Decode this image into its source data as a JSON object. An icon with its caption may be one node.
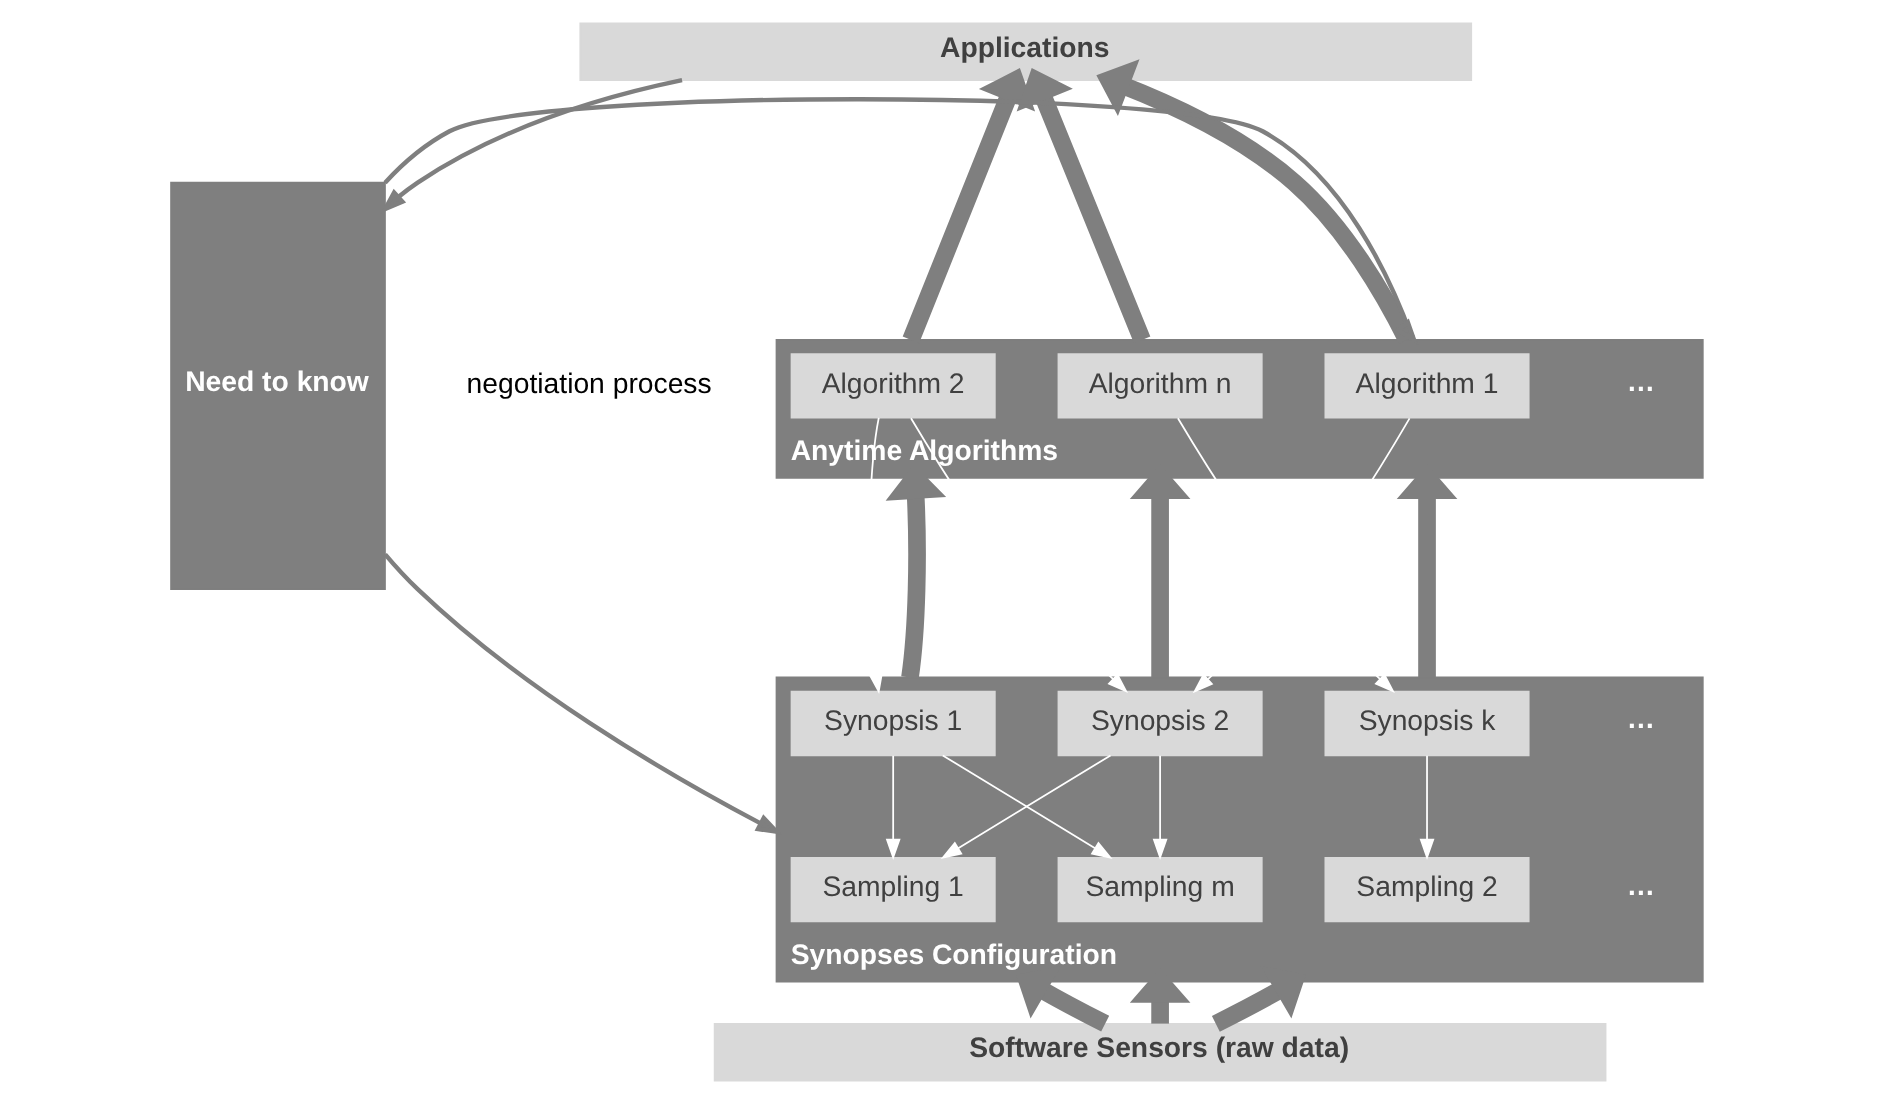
{
  "diagram": {
    "nodes": [
      {
        "text": [
          "Applications"
        ]
      },
      {
        "text": [
          "Need to know"
        ]
      },
      {
        "text": [
          "Anytime Algorithms"
        ]
      },
      {
        "text": [
          "Algorithm 1"
        ],
        "in": 2
      },
      {
        "text": [
          "Algorithm 2"
        ],
        "in": 2
      },
      {
        "text": [
          "Algorithm n"
        ],
        "in": 2
      },
      {
        "text": [
          "Synopses Configuration"
        ]
      },
      {
        "text": [
          "Synopsis 1"
        ],
        "in": 6
      },
      {
        "text": [
          "Synopsis 2"
        ],
        "in": 6
      },
      {
        "text": [
          "Synopsis k"
        ],
        "in": 6
      },
      {
        "text": [
          "Sampling 1"
        ],
        "in": 6
      },
      {
        "text": [
          "Sampling 2"
        ],
        "in": 6
      },
      {
        "text": [
          "Sampling m"
        ],
        "in": 6
      },
      {
        "text": [
          "Software Sensors (raw data)"
        ]
      }
    ],
    "edges": [
      {
        "from": 0,
        "to": 1,
        "arrow": "to"
      },
      {
        "from": 1,
        "to": 2,
        "arrow": "to"
      },
      {
        "from": 1,
        "to": 6,
        "arrow": "to"
      },
      {
        "from": 2,
        "to": 0,
        "arrow": "to",
        "style": "thick"
      },
      {
        "from": 2,
        "to": 0,
        "arrow": "to",
        "style": "thick"
      },
      {
        "from": 2,
        "to": 0,
        "arrow": "to",
        "style": "thick"
      },
      {
        "from": 3,
        "to": 8,
        "arrow": "to",
        "color": "#ffffff"
      },
      {
        "from": 4,
        "to": 7,
        "arrow": "to",
        "color": "#ffffff"
      },
      {
        "from": 4,
        "to": 8,
        "arrow": "to",
        "color": "#ffffff"
      },
      {
        "from": 5,
        "to": 9,
        "arrow": "to",
        "color": "#ffffff"
      },
      {
        "from": 6,
        "to": 2,
        "arrow": "to",
        "style": "thick"
      },
      {
        "from": 6,
        "to": 2,
        "arrow": "to",
        "style": "thick"
      },
      {
        "from": 6,
        "to": 2,
        "arrow": "to",
        "style": "thick"
      },
      {
        "from": 7,
        "to": 10,
        "arrow": "to",
        "color": "#ffffff"
      },
      {
        "from": 7,
        "to": 12,
        "arrow": "to",
        "color": "#ffffff"
      },
      {
        "from": 8,
        "to": 10,
        "arrow": "to",
        "color": "#ffffff"
      },
      {
        "from": 8,
        "to": 12,
        "arrow": "to",
        "color": "#ffffff"
      },
      {
        "from": 9,
        "to": 11,
        "arrow": "to",
        "color": "#ffffff"
      },
      {
        "from": 13,
        "to": 6,
        "arrow": "to",
        "style": "thick"
      },
      {
        "from": 13,
        "to": 6,
        "arrow": "to",
        "style": "thick"
      },
      {
        "from": 13,
        "to": 6,
        "arrow": "to",
        "style": "thick"
      }
    ],
    "labels": [
      "…",
      "negotiation process",
      "…",
      "…"
    ]
  }
}
